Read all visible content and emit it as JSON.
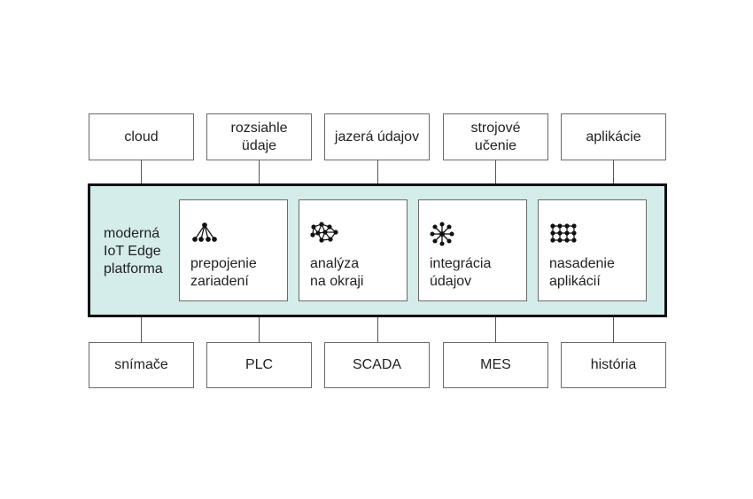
{
  "top_boxes": [
    "cloud",
    "rozsiahle\nüdaje",
    "jazerá údajov",
    "strojové\nučenie",
    "aplikácie"
  ],
  "platform": {
    "label": "moderná\nIoT Edge\nplatforma",
    "modules": [
      {
        "label": "prepojenie\nzariadení",
        "icon": "tree-hierarchy-icon"
      },
      {
        "label": "analýza\nna okraji",
        "icon": "mesh-network-icon"
      },
      {
        "label": "integrácia\núdajov",
        "icon": "hub-spoke-icon"
      },
      {
        "label": "nasadenie\naplikácií",
        "icon": "grid-nodes-icon"
      }
    ]
  },
  "bottom_boxes": [
    "snímače",
    "PLC",
    "SCADA",
    "MES",
    "história"
  ],
  "colors": {
    "platform_fill": "#d4ecea",
    "platform_border": "#111111",
    "box_border": "#6a6a6a"
  }
}
